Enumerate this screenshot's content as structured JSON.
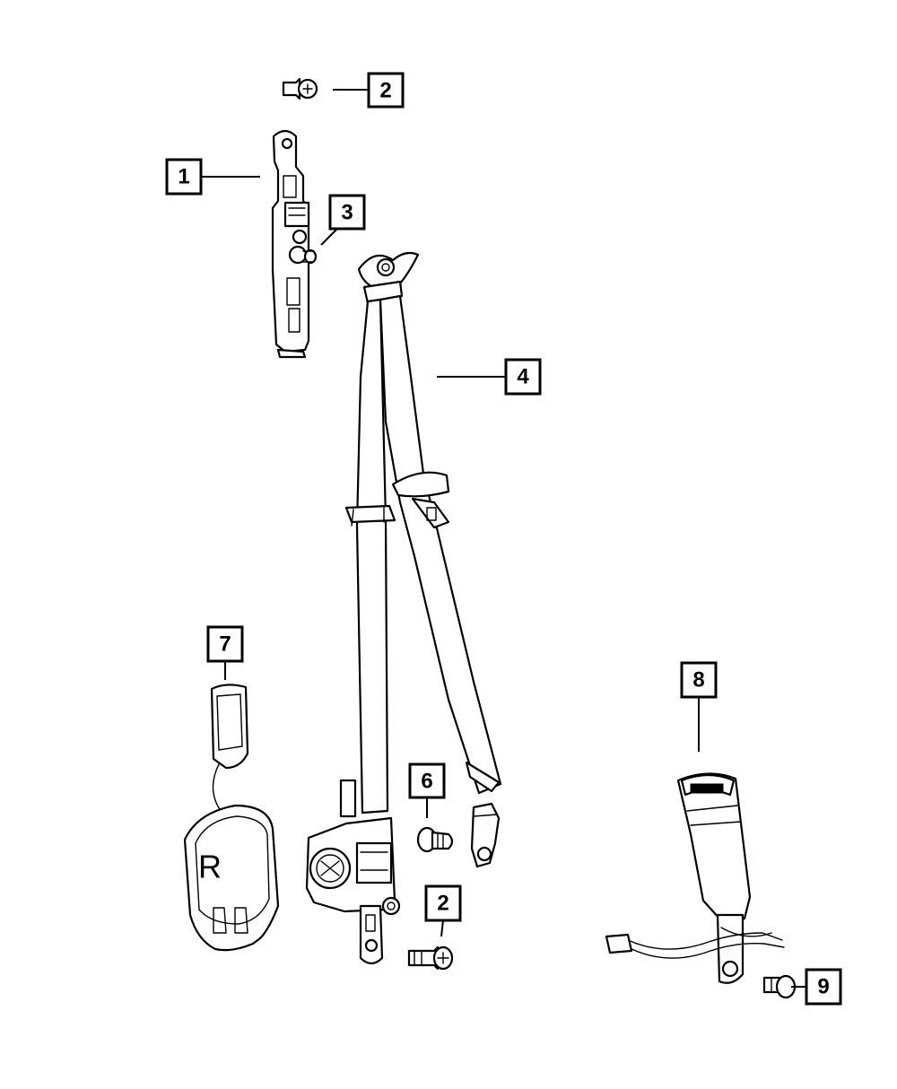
{
  "diagram": {
    "callouts": [
      {
        "id": "callout-2-top",
        "label": "2"
      },
      {
        "id": "callout-1",
        "label": "1"
      },
      {
        "id": "callout-3",
        "label": "3"
      },
      {
        "id": "callout-4",
        "label": "4"
      },
      {
        "id": "callout-7",
        "label": "7"
      },
      {
        "id": "callout-8",
        "label": "8"
      },
      {
        "id": "callout-6",
        "label": "6"
      },
      {
        "id": "callout-2-bottom",
        "label": "2"
      },
      {
        "id": "callout-9",
        "label": "9"
      }
    ],
    "retractor_cover_letter": "R"
  }
}
